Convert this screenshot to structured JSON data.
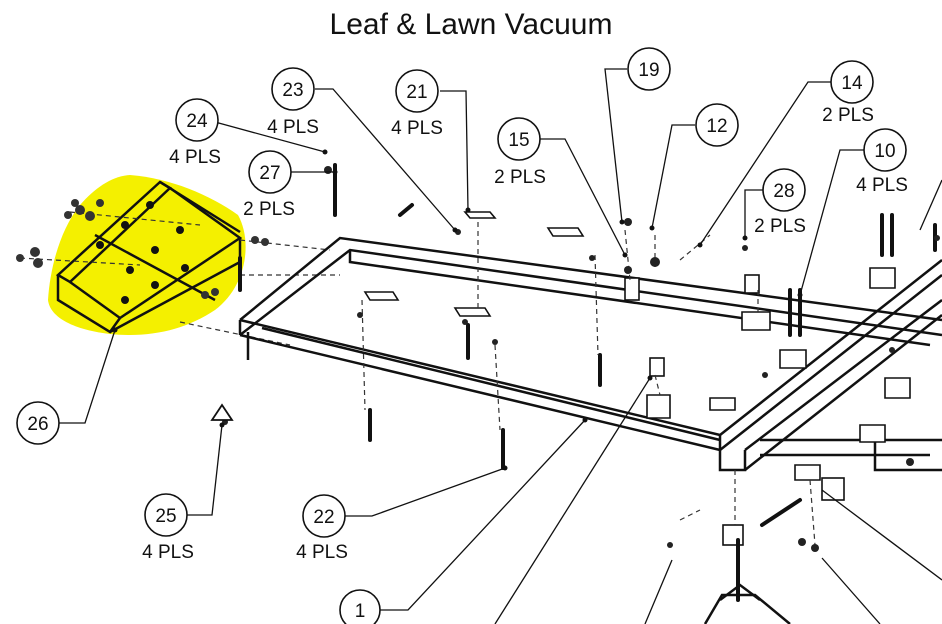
{
  "title": "Leaf & Lawn Vacuum",
  "callouts": [
    {
      "num": "1",
      "qty": ""
    },
    {
      "num": "10",
      "qty": "4 PLS"
    },
    {
      "num": "12",
      "qty": ""
    },
    {
      "num": "14",
      "qty": "2 PLS"
    },
    {
      "num": "15",
      "qty": "2 PLS"
    },
    {
      "num": "19",
      "qty": ""
    },
    {
      "num": "21",
      "qty": "4 PLS"
    },
    {
      "num": "22",
      "qty": "4 PLS"
    },
    {
      "num": "23",
      "qty": "4 PLS"
    },
    {
      "num": "24",
      "qty": "4 PLS"
    },
    {
      "num": "25",
      "qty": "4 PLS"
    },
    {
      "num": "26",
      "qty": ""
    },
    {
      "num": "27",
      "qty": "2 PLS"
    },
    {
      "num": "28",
      "qty": "2 PLS"
    }
  ],
  "highlight_color": "#f4f000"
}
